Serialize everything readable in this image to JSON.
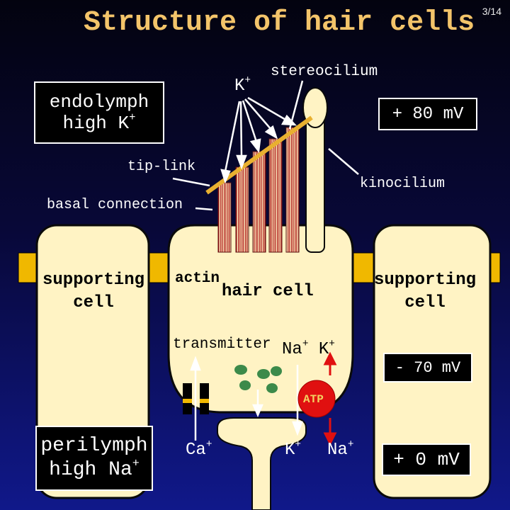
{
  "title": "Structure of hair cells",
  "page_number": "3/14",
  "labels": {
    "endolymph_line1": "endolymph",
    "endolymph_line2": "high K",
    "endolymph_sup": "+",
    "k_ion_top": "K",
    "k_ion_top_sup": "+",
    "stereocilium": "stereocilium",
    "potential_endolymph": "+ 80 mV",
    "tip_link": "tip-link",
    "kinocilium": "kinocilium",
    "basal_connection": "basal connection",
    "supporting_cell_left_1": "supporting",
    "supporting_cell_left_2": "cell",
    "actin": "actin",
    "hair_cell": "hair cell",
    "supporting_cell_right_1": "supporting",
    "supporting_cell_right_2": "cell",
    "transmitter": "transmitter",
    "na_in": "Na",
    "k_in": "K",
    "ion_sup": "+",
    "potential_cell": "- 70 mV",
    "atp": "ATP",
    "perilymph_line1": "perilymph",
    "perilymph_line2": "high Na",
    "perilymph_sup": "+",
    "ca": "Ca",
    "k_out": "K",
    "na_out": "Na",
    "potential_perilymph": "+ 0 mV"
  },
  "colors": {
    "title": "#f3c46a",
    "cell_fill": "#fff3c4",
    "cell_stroke": "#0a0a0a",
    "channel": "#f0b800",
    "tip_link": "#e8b030",
    "stereocilia_stripe": "#b02020",
    "vesicle": "#3c8a4a",
    "atp_pump": "#e01010"
  }
}
